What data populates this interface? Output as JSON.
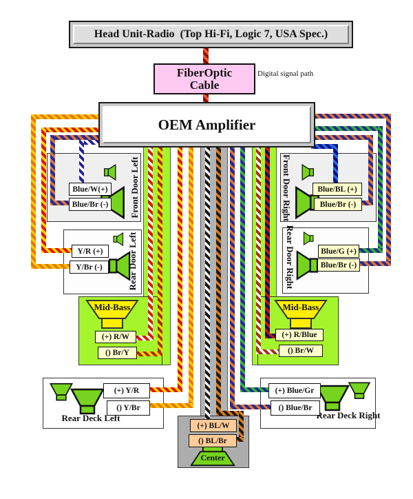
{
  "palette": {
    "strip_green": "#a5f52d",
    "strip_gray": "#b3b3b3",
    "door_box_gray": "#efefef",
    "center_gray": "#adadad",
    "label_cream": "#ffffcc",
    "label_peach": "#ffcc99",
    "fiber_pink": "#ffc9f1",
    "speaker_green": "#77d41e",
    "midbass_yellow": "#ffee00"
  },
  "head_unit": {
    "title": "Head Unit-Radio  (Top Hi-Fi, Logic 7, USA Spec.)"
  },
  "fiber_optic": {
    "line1": "FiberOptic",
    "line2": "Cable",
    "note": "Digital signal path"
  },
  "amplifier": {
    "title": "OEM Amplifier"
  },
  "speakers": {
    "front_door_left": {
      "name": "Front Door Left",
      "pos": "Blue/W(+)",
      "neg": "Blue/Br (-)"
    },
    "front_door_right": {
      "name": "Front Door Right",
      "pos": "Blue/BL (+)",
      "neg": "Blue/Br (-)"
    },
    "rear_door_left": {
      "name": "Rear Door Left",
      "pos": "Y/R (+)",
      "neg": "Y/Br (-)"
    },
    "rear_door_right": {
      "name": "Rear Door Right",
      "pos": "Blue/G (+)",
      "neg": "Blue/Br (-)"
    },
    "mid_bass_left": {
      "name": "Mid-Bass",
      "pos": "(+) R/W",
      "neg": "() Br/Y"
    },
    "mid_bass_right": {
      "name": "Mid-Bass",
      "pos": "(+) R/Blue",
      "neg": "() Br/W"
    },
    "rear_deck_left": {
      "name": "Rear Deck Left",
      "pos": "(+) Y/R",
      "neg": "() Y/Br"
    },
    "rear_deck_right": {
      "name": "Rear Deck Right",
      "pos": "(+) Blue/Gr",
      "neg": "() Blue/Br"
    },
    "center": {
      "name": "Center",
      "pos": "(+) BL/W",
      "neg": "() BL/Br"
    }
  },
  "wire_colors": {
    "optic": [
      "#ff5533",
      "#8a1000"
    ],
    "blue_w": [
      "#ffffff",
      "#20209a"
    ],
    "blue_br": [
      "#e07828",
      "#28289a"
    ],
    "y_r": [
      "#ffd800",
      "#dd1500"
    ],
    "y_br": [
      "#ffc800",
      "#e87800"
    ],
    "r_w": [
      "#ffffff",
      "#dd1500"
    ],
    "br_y": [
      "#ffd800",
      "#a23000"
    ],
    "bl_w": [
      "#ffffff",
      "#161616"
    ],
    "bl_br": [
      "#e07818",
      "#1a1a1a"
    ],
    "blue_gr": [
      "#2eb82e",
      "#28289a"
    ],
    "blue_g": [
      "#2eb82e",
      "#28289a"
    ],
    "r_blue": [
      "#cc1515",
      "#101060"
    ],
    "br_w": [
      "#ffffff",
      "#a23010"
    ],
    "blue_bl": [
      "#2e66e8",
      "#001080"
    ]
  }
}
